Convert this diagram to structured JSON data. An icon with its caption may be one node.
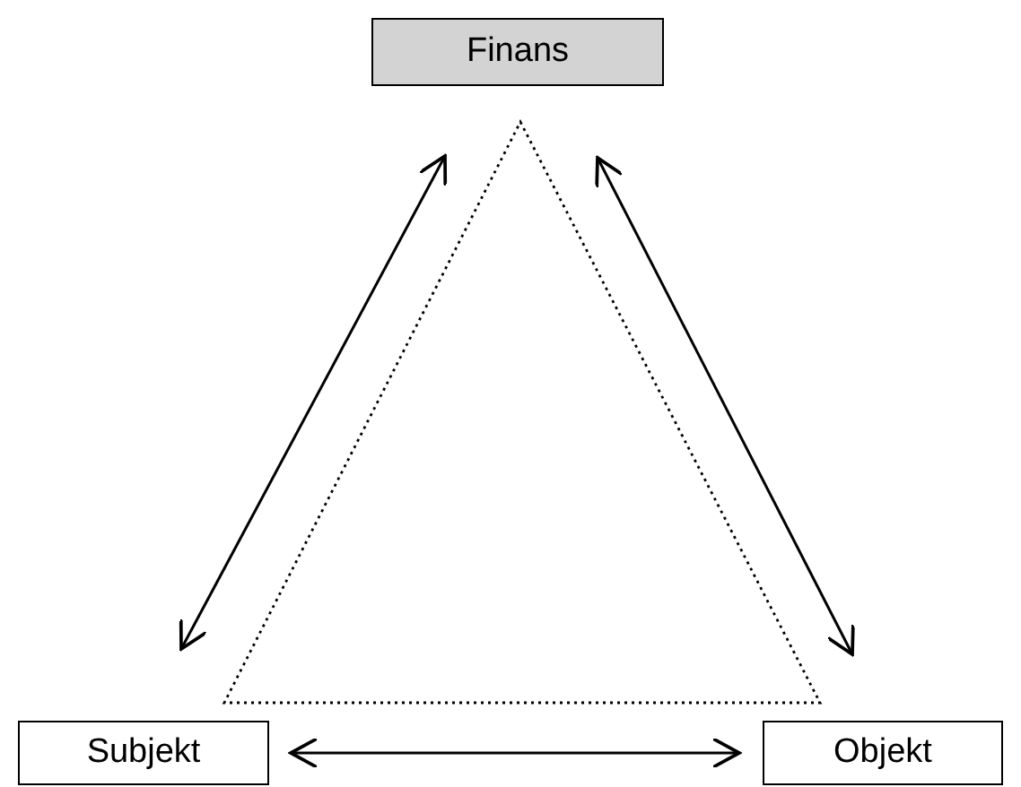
{
  "diagram": {
    "nodes": [
      {
        "text": [
          "Finans"
        ]
      },
      {
        "text": [
          "Subjekt"
        ]
      },
      {
        "text": [
          "Objekt"
        ]
      }
    ],
    "edges": [
      {
        "from": 1,
        "to": 0,
        "arrow": "both"
      },
      {
        "from": 0,
        "to": 2,
        "arrow": "both"
      },
      {
        "from": 1,
        "to": 2,
        "arrow": "both"
      }
    ]
  }
}
